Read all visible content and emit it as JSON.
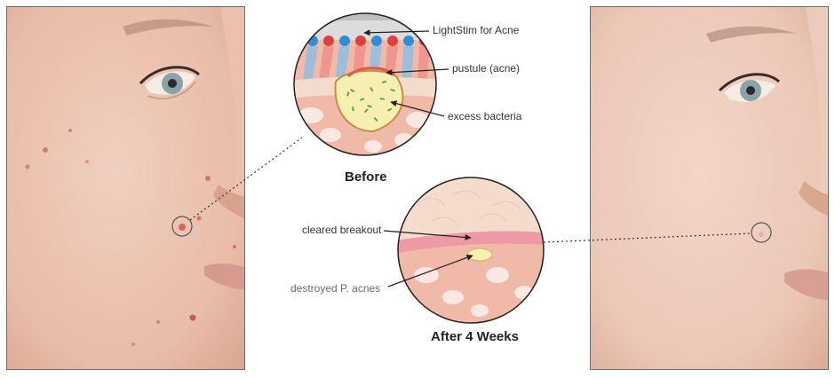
{
  "labels": {
    "lightstim": "LightStim for Acne",
    "pustule": "pustule (acne)",
    "bacteria": "excess bacteria",
    "cleared": "cleared breakout",
    "destroyed": "destroyed P. acnes"
  },
  "captions": {
    "before": "Before",
    "after": "After 4 Weeks"
  },
  "colors": {
    "skin_photo": "#ecc4b2",
    "dermis": "#f1b9a8",
    "epidermis": "#f4dccd",
    "pustule_fill": "#f7efb0",
    "bacteria": "#5aa83c",
    "led_red": "#e0403c",
    "led_blue": "#2f8fd6"
  }
}
